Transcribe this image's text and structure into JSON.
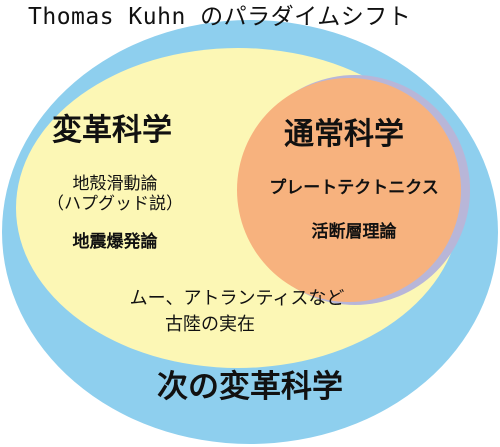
{
  "title": "Thomas Kuhn のパラダイムシフト",
  "regions": {
    "outer": {
      "label": "次の変革科学",
      "color": "#8ecfee"
    },
    "revolutionary": {
      "label": "変革科学",
      "color": "#fcf7b5",
      "items": [
        "地殻滑動論",
        "（ハプグッド説）",
        "地震爆発論"
      ],
      "bottom_items": [
        "ムー、アトランティスなど",
        "古陸の実在"
      ]
    },
    "normal": {
      "label": "通常科学",
      "color": "#f7b27e",
      "rim_color": "#b8b6d8",
      "items": [
        "プレートテクトニクス",
        "活断層理論"
      ]
    }
  }
}
